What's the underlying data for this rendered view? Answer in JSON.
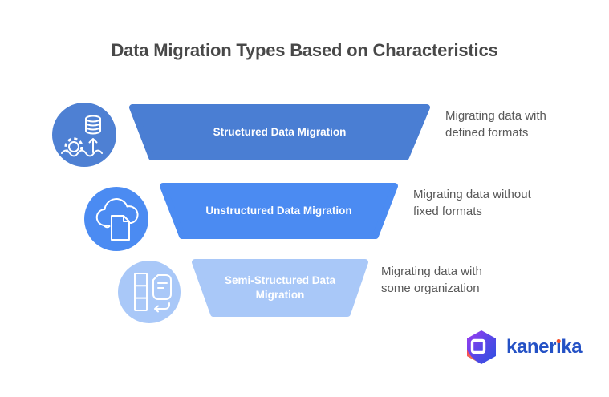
{
  "title": "Data Migration Types Based on Characteristics",
  "colors": {
    "background": "#ffffff",
    "title_text": "#484848",
    "description_text": "#595959",
    "banner_label_text": "#ffffff"
  },
  "rows": [
    {
      "banner_label": "Structured Data Migration",
      "description_line1": "Migrating data with",
      "description_line2": "defined formats",
      "icon": "database-upload-gear-icon",
      "banner_color": "#4A7ED3",
      "circle_color": "#4E80D3"
    },
    {
      "banner_label": "Unstructured Data Migration",
      "description_line1": "Migrating data without",
      "description_line2": "fixed formats",
      "icon": "cloud-document-icon",
      "banner_color": "#4B8BF2",
      "circle_color": "#4B8BF2"
    },
    {
      "banner_label": "Semi-Structured Data Migration",
      "description_line1": "Migrating data with",
      "description_line2": "some organization",
      "icon": "table-document-return-icon",
      "banner_color": "#A9C8F8",
      "circle_color": "#A9C8F8"
    }
  ],
  "logo": {
    "name": "kanerika",
    "text_before_i": "kaner",
    "i_char": "ı",
    "text_after_i": "ka",
    "text_color": "#2451C5",
    "dot_color": "#F4502C",
    "gradient_start": "#A03BF0",
    "gradient_mid": "#5A46E8",
    "gradient_end": "#2B50E0",
    "accent_start": "#F43F5E",
    "accent_end": "#FB923C"
  }
}
